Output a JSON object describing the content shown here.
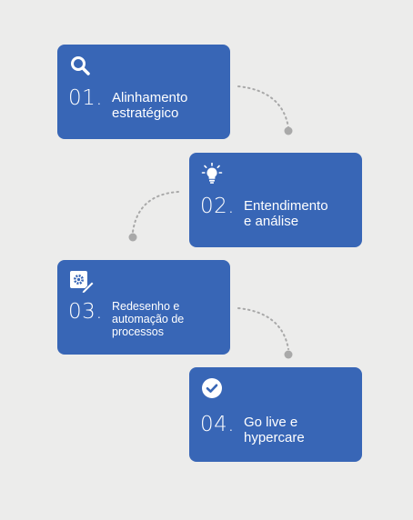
{
  "steps": [
    {
      "number": "01.",
      "label": "Alinhamento\nestratégico",
      "icon": "search-icon"
    },
    {
      "number": "02.",
      "label": "Entendimento\ne análise",
      "icon": "lightbulb-icon"
    },
    {
      "number": "03.",
      "label": "Redesenho e\nautomação de\nprocessos",
      "icon": "gear-edit-icon"
    },
    {
      "number": "04.",
      "label": "Go live e\nhypercare",
      "icon": "check-circle-icon"
    }
  ],
  "colors": {
    "background": "#ececeb",
    "card": "#3866b6",
    "text": "#ffffff",
    "connector": "#a9a9a9"
  }
}
